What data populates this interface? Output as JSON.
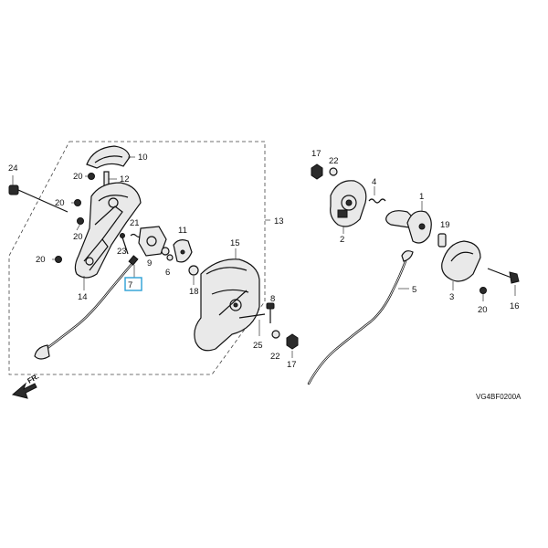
{
  "diagram": {
    "code": "VG4BF0200A",
    "direction_label": "FR.",
    "highlight": "7",
    "callouts": {
      "c10": "10",
      "c12": "12",
      "c20a": "20",
      "c24": "24",
      "c20b": "20",
      "c20c": "20",
      "c21": "21",
      "c11": "11",
      "c23": "23",
      "c20d": "20",
      "c9": "9",
      "c6": "6",
      "c14": "14",
      "c7": "7",
      "c18": "18",
      "c15": "15",
      "c13": "13",
      "c25": "25",
      "c22a": "22",
      "c8": "8",
      "c17a": "17",
      "c17b": "17",
      "c22b": "22",
      "c4": "4",
      "c1": "1",
      "c2": "2",
      "c19": "19",
      "c3": "3",
      "c16": "16",
      "c20e": "20",
      "c5": "5"
    }
  }
}
